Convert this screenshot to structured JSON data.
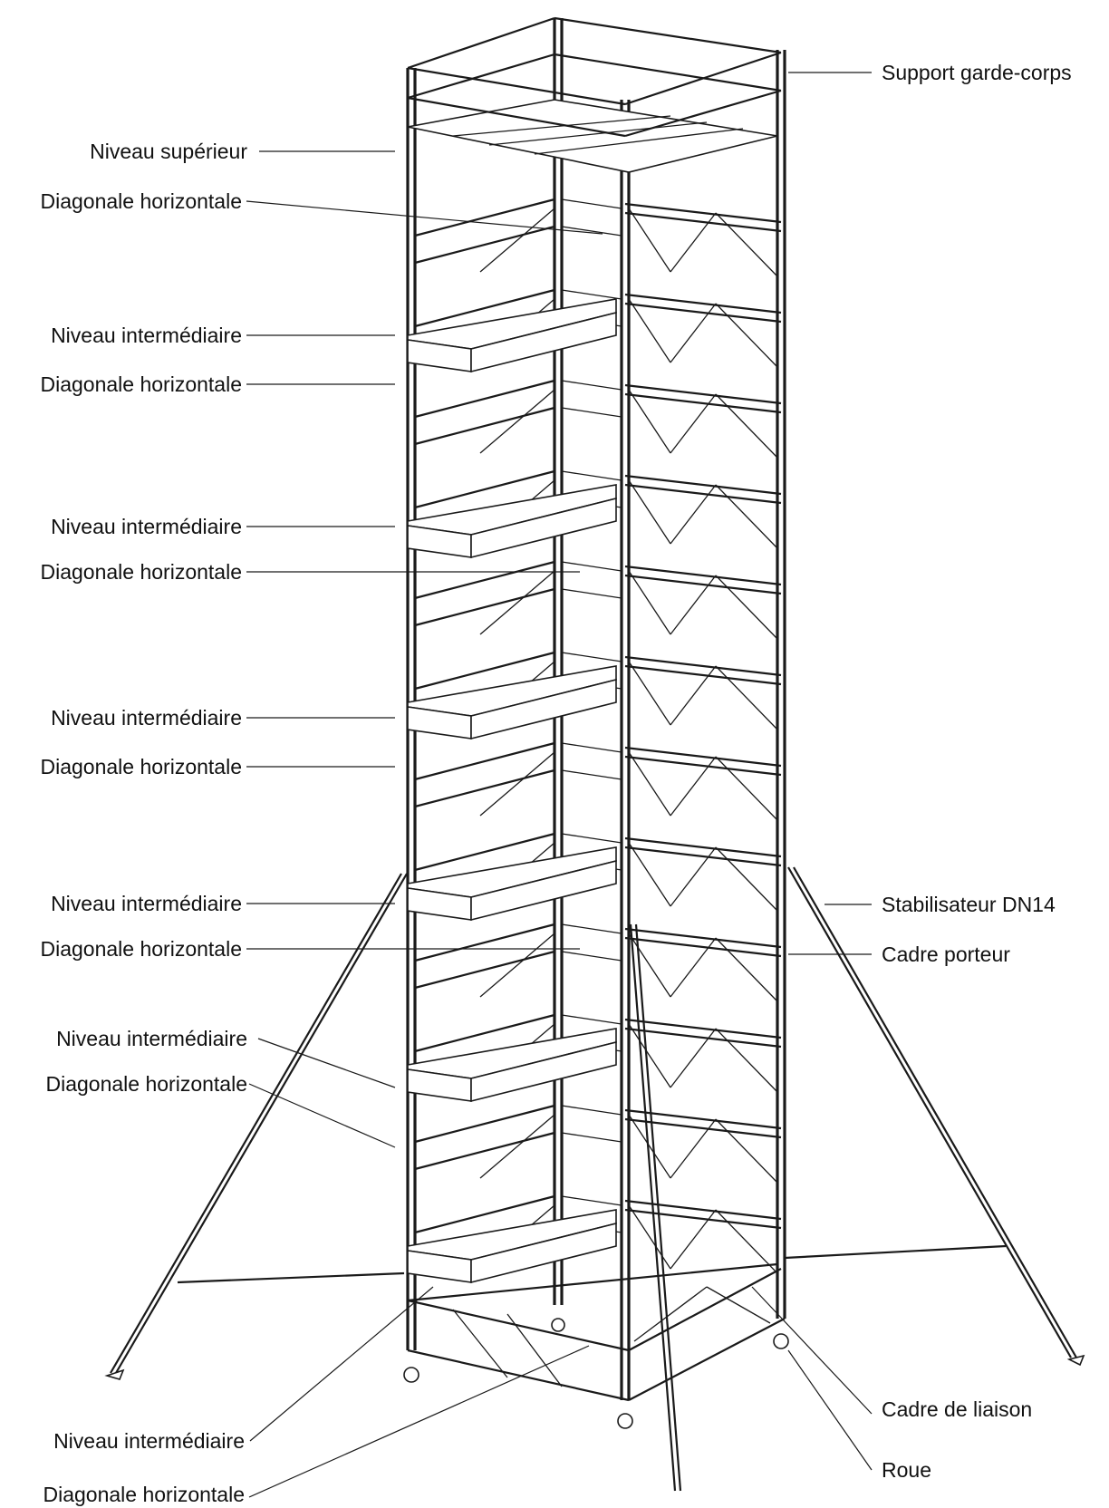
{
  "labels": {
    "support_garde_corps": "Support garde-corps",
    "niveau_superieur": "Niveau supérieur",
    "diag_h_1": "Diagonale horizontale",
    "niveau_int_1": "Niveau intermédiaire",
    "diag_h_2": "Diagonale horizontale",
    "niveau_int_2": "Niveau intermédiaire",
    "diag_h_3": "Diagonale horizontale",
    "niveau_int_3": "Niveau intermédiaire",
    "diag_h_4": "Diagonale horizontale",
    "niveau_int_4": "Niveau intermédiaire",
    "stabilisateur": "Stabilisateur DN14",
    "diag_h_5": "Diagonale horizontale",
    "cadre_porteur": "Cadre porteur",
    "niveau_int_5": "Niveau intermédiaire",
    "diag_h_6": "Diagonale horizontale",
    "cadre_liaison": "Cadre de liaison",
    "niveau_int_6": "Niveau intermédiaire",
    "roue": "Roue",
    "diag_h_7": "Diagonale horizontale"
  }
}
